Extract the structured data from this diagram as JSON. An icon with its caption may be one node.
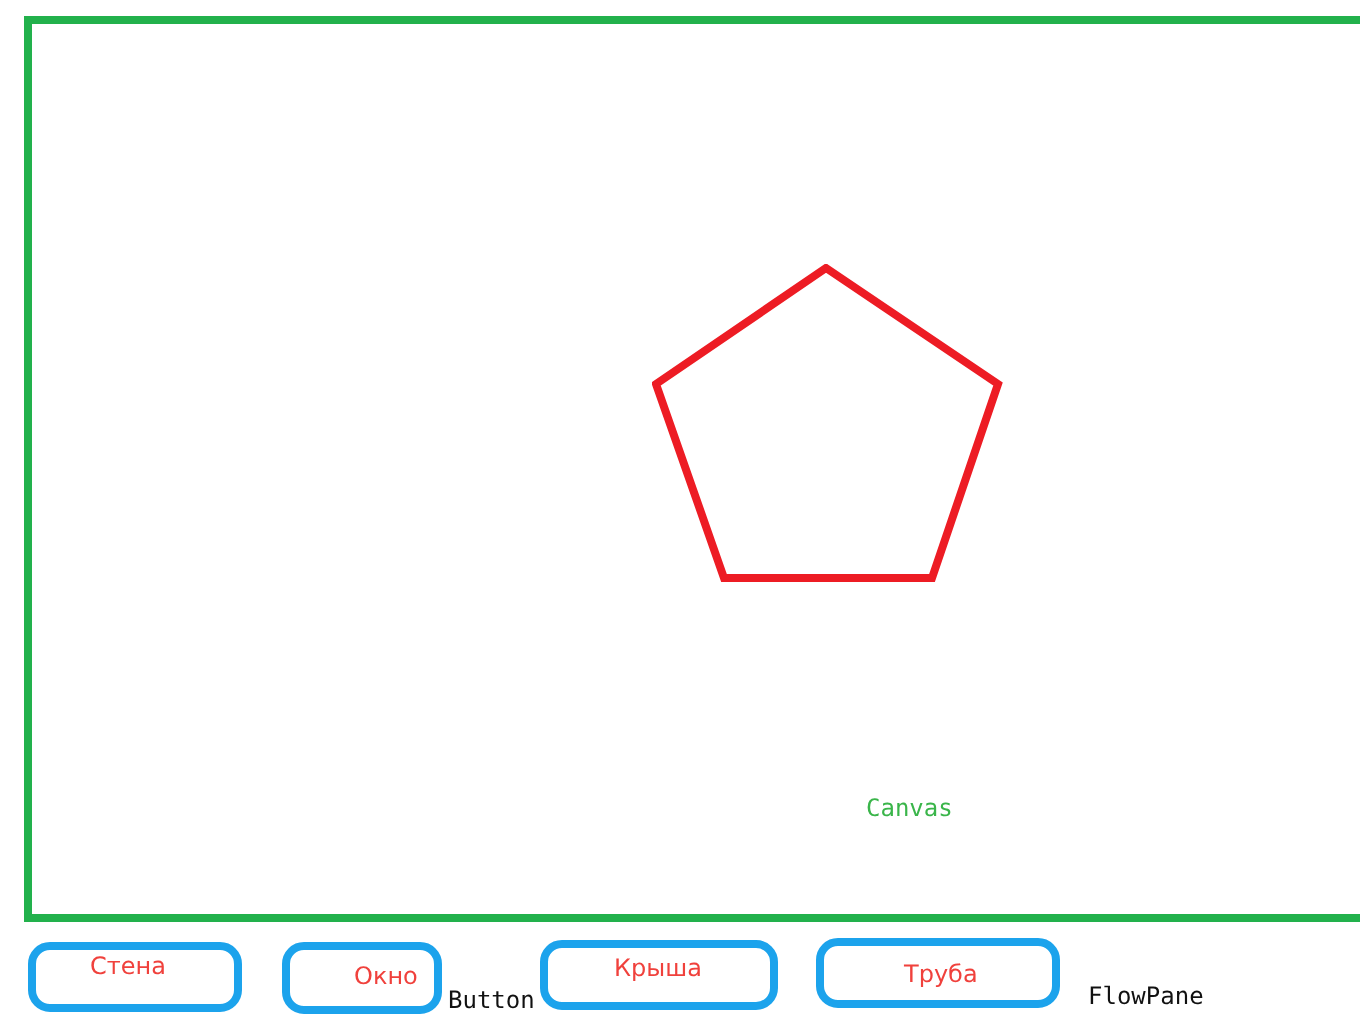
{
  "diagram": {
    "nodes": [
      {
        "text": [
          "Canvas"
        ]
      },
      {
        "text": [],
        "shape": "pentagon",
        "in": 0
      },
      {
        "text": [
          "Стена"
        ]
      },
      {
        "text": [
          "Окно"
        ]
      },
      {
        "text": [
          "Крыша"
        ]
      },
      {
        "text": [
          "Труба"
        ]
      }
    ],
    "labels": [
      "Button",
      "FlowPane"
    ]
  }
}
